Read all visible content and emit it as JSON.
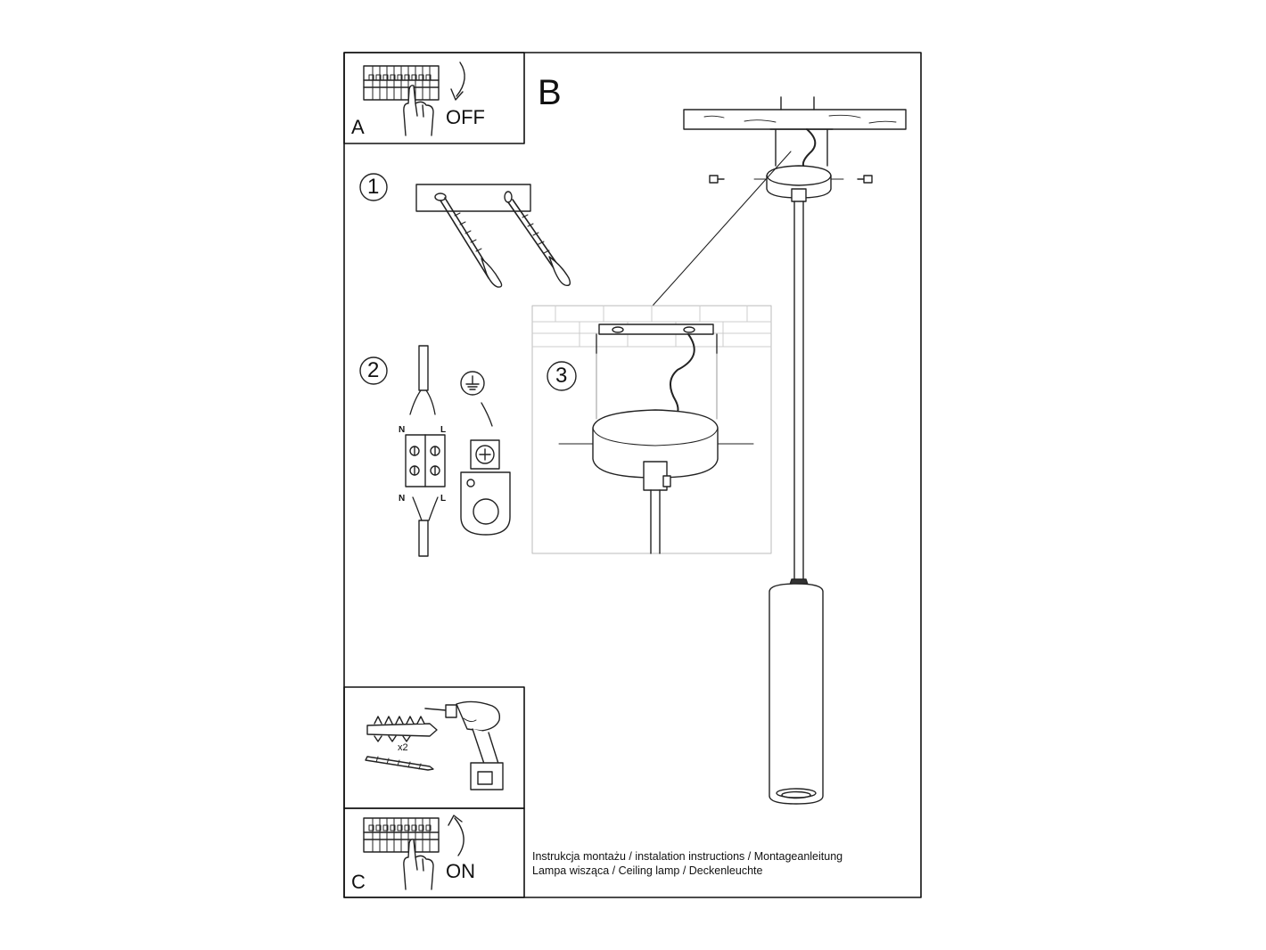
{
  "panels": {
    "a": {
      "letter": "A",
      "action": "OFF"
    },
    "b": {
      "letter": "B"
    },
    "c": {
      "letter": "C",
      "action": "ON",
      "quantity": "x2"
    }
  },
  "steps": [
    "1",
    "2",
    "3"
  ],
  "wiring": {
    "neutral": "N",
    "live": "L"
  },
  "caption": {
    "line1": "Instrukcja montażu / instalation instructions / Montageanleitung",
    "line2": "Lampa wisząca / Ceiling lamp  / Deckenleuchte"
  }
}
